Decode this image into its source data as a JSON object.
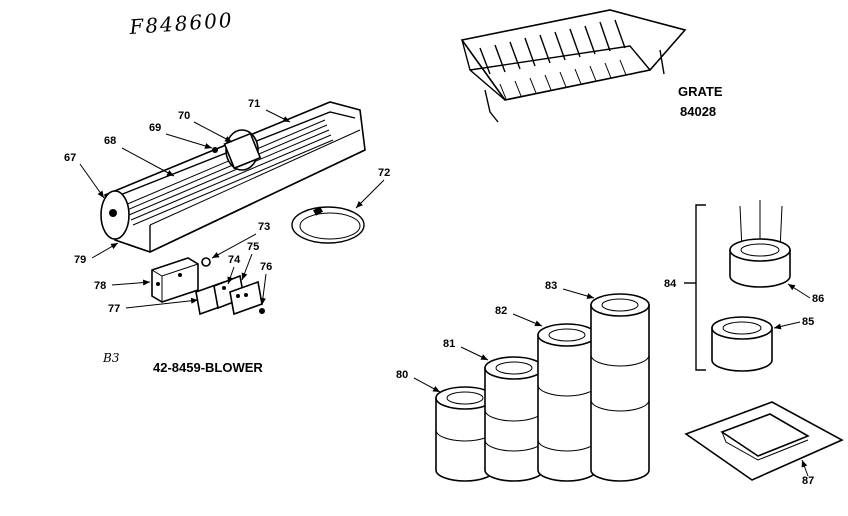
{
  "header": {
    "handwritten_code": "F848600",
    "sheet_note": "B3"
  },
  "captions": {
    "blower_title": "42-8459-BLOWER",
    "grate_title": "GRATE",
    "grate_number": "84028"
  },
  "callouts": {
    "c67": "67",
    "c68": "68",
    "c69": "69",
    "c70": "70",
    "c71": "71",
    "c72": "72",
    "c73": "73",
    "c74": "74",
    "c75": "75",
    "c76": "76",
    "c77": "77",
    "c78": "78",
    "c79": "79",
    "c80": "80",
    "c81": "81",
    "c82": "82",
    "c83": "83",
    "c84": "84",
    "c85": "85",
    "c86": "86",
    "c87": "87"
  }
}
